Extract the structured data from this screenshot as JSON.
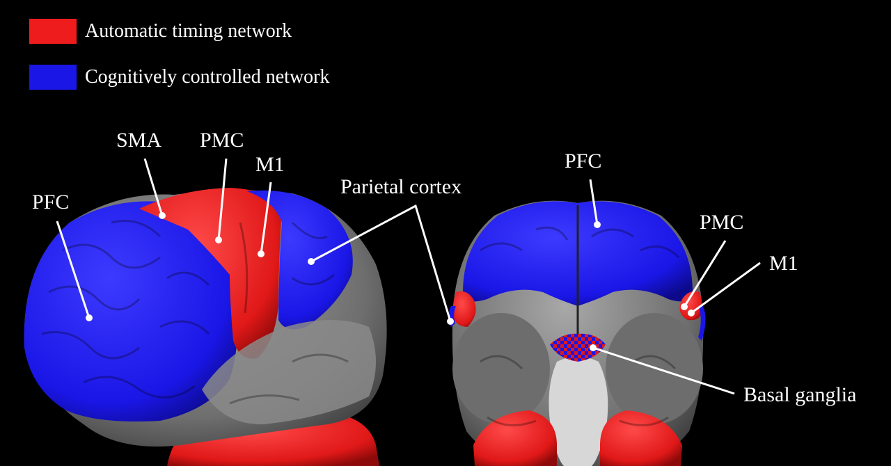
{
  "legend": {
    "items": [
      {
        "label": "Automatic timing network",
        "color": "#ee1c1c"
      },
      {
        "label": "Cognitively controlled network",
        "color": "#1a16e6"
      }
    ]
  },
  "lateral_view": {
    "labels": {
      "pfc": "PFC",
      "sma": "SMA",
      "pmc": "PMC",
      "m1": "M1",
      "parietal": "Parietal cortex"
    }
  },
  "ventral_view": {
    "labels": {
      "pfc": "PFC",
      "pmc": "PMC",
      "m1": "M1",
      "basal_ganglia": "Basal ganglia"
    }
  },
  "colors": {
    "background": "#000000",
    "cortex_gray": "#7a7a7a",
    "automatic_red": "#ee1c1c",
    "controlled_blue": "#1a16e6",
    "leader_line": "#ffffff"
  }
}
